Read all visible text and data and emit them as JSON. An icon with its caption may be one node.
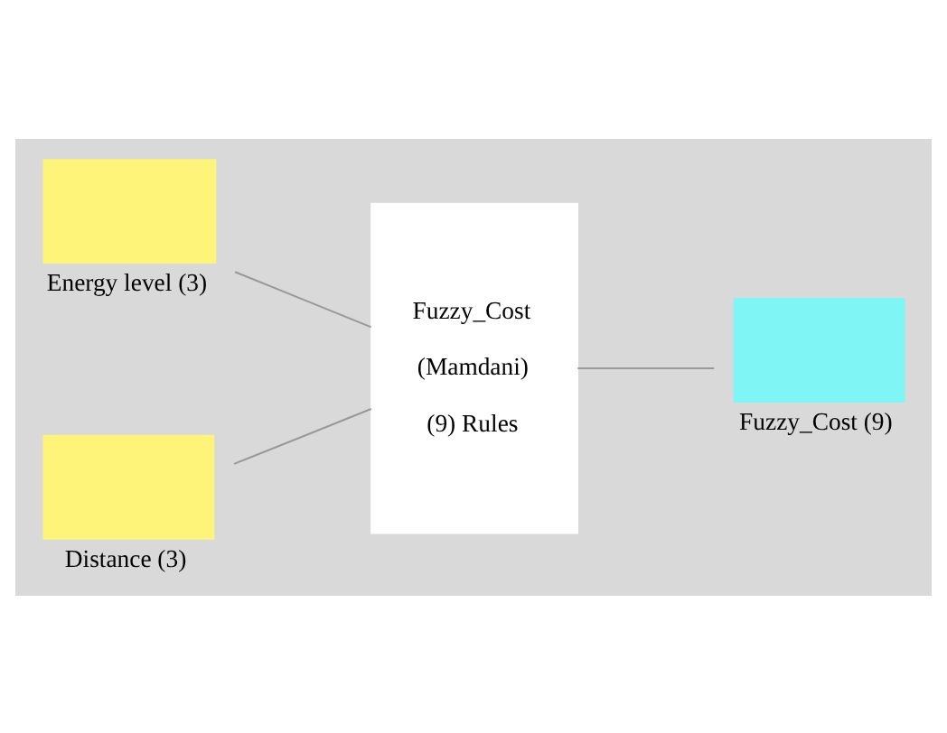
{
  "diagram": {
    "nodes": [
      {
        "text": [
          "Energy level (3)"
        ]
      },
      {
        "text": [
          "Distance (3)"
        ]
      },
      {
        "text": [
          "Fuzzy_Cost",
          "(Mamdani)",
          "(9) Rules"
        ]
      },
      {
        "text": [
          "Fuzzy_Cost (9)"
        ]
      }
    ],
    "edges": [
      {
        "from": 0,
        "to": 2,
        "arrow": "none"
      },
      {
        "from": 1,
        "to": 2,
        "arrow": "none"
      },
      {
        "from": 2,
        "to": 3,
        "arrow": "none"
      }
    ]
  }
}
